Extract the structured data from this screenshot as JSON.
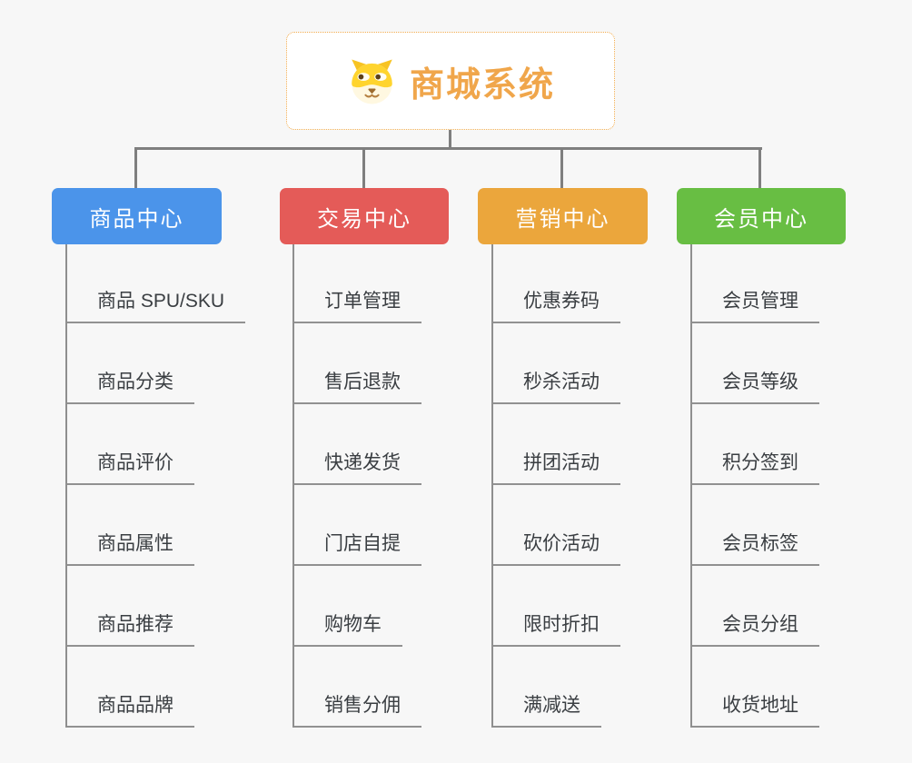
{
  "root": {
    "label": "商城系统",
    "icon": "shiba-dog-icon"
  },
  "branches": [
    {
      "label": "商品中心",
      "color": "#4B94EA",
      "children": [
        "商品 SPU/SKU",
        "商品分类",
        "商品评价",
        "商品属性",
        "商品推荐",
        "商品品牌"
      ]
    },
    {
      "label": "交易中心",
      "color": "#E45B58",
      "children": [
        "订单管理",
        "售后退款",
        "快递发货",
        "门店自提",
        "购物车",
        "销售分佣"
      ]
    },
    {
      "label": "营销中心",
      "color": "#EBA63C",
      "children": [
        "优惠券码",
        "秒杀活动",
        "拼团活动",
        "砍价活动",
        "限时折扣",
        "满减送"
      ]
    },
    {
      "label": "会员中心",
      "color": "#68BE43",
      "children": [
        "会员管理",
        "会员等级",
        "积分签到",
        "会员标签",
        "会员分组",
        "收货地址"
      ]
    }
  ],
  "colors": {
    "background": "#F7F7F7",
    "root_accent": "#F0A64B",
    "root_border": "#F2AC4E",
    "connector_gray": "#7F7F7F",
    "underline_gray": "#919191",
    "child_text": "#3A3E42"
  }
}
